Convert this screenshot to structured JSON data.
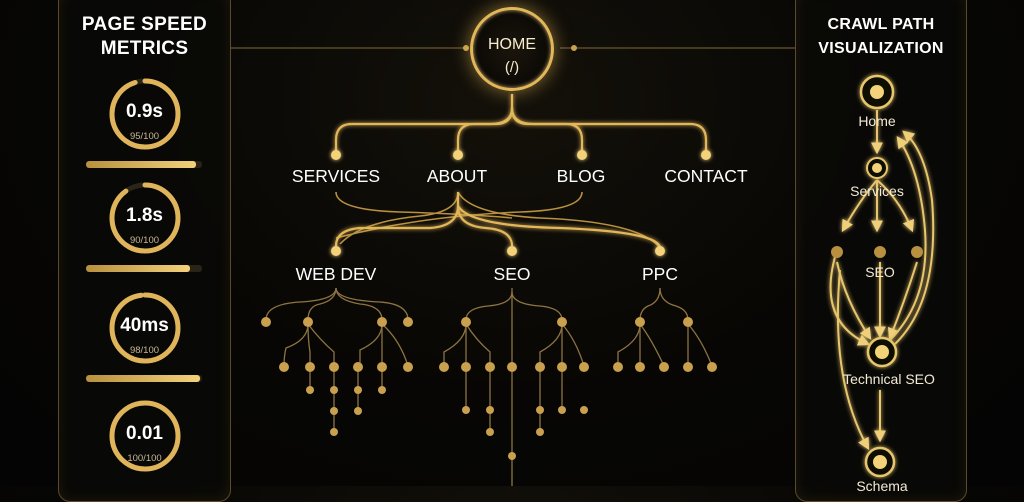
{
  "left_panel": {
    "title": "PAGE SPEED\nMETRICS",
    "metrics": [
      {
        "value": "0.9s",
        "score": "95/100",
        "level": 0.95
      },
      {
        "value": "1.8s",
        "score": "90/100",
        "level": 0.9
      },
      {
        "value": "40ms",
        "score": "98/100",
        "level": 0.98
      },
      {
        "value": "0.01",
        "score": "100/100",
        "level": 1.0
      }
    ]
  },
  "tree": {
    "root": {
      "label": "HOME",
      "path": "(/)"
    },
    "level1": [
      "SERVICES",
      "ABOUT",
      "BLOG",
      "CONTACT"
    ],
    "level2": [
      "WEB DEV",
      "SEO",
      "PPC"
    ]
  },
  "right_panel": {
    "title": "CRAWL PATH\nVISUALIZATION",
    "nodes": [
      "Home",
      "Services",
      "SEO",
      "Technical SEO",
      "Schema"
    ]
  },
  "colors": {
    "accent": "#d4a64a",
    "glow": "#f3d27a",
    "background": "#050504"
  }
}
